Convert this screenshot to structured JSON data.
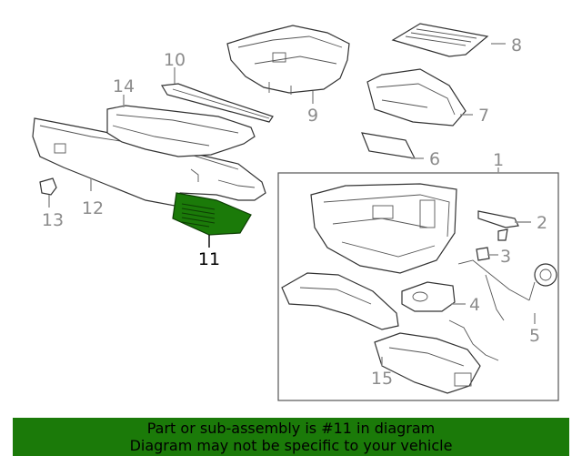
{
  "diagram": {
    "callouts": [
      "1",
      "2",
      "3",
      "4",
      "5",
      "6",
      "7",
      "8",
      "9",
      "10",
      "11",
      "12",
      "13",
      "14",
      "15"
    ],
    "highlighted_part": "11",
    "highlight_color": "#1b7a09"
  },
  "banner": {
    "line1": "Part or sub-assembly is #11 in diagram",
    "line2": "Diagram may not be specific to your vehicle",
    "background": "#1b7a09"
  }
}
